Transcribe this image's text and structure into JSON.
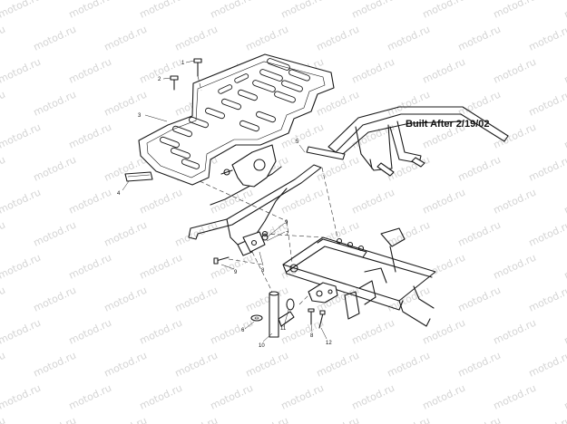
{
  "watermark_text": "motod.ru",
  "note": "Built After 2/19/02",
  "callouts": {
    "c1": "1",
    "c2": "2",
    "c3": "3",
    "c4": "4",
    "c5": "5",
    "c6": "6",
    "c7": "7",
    "c8a": "8",
    "c8b": "8",
    "c9a": "9",
    "c9b": "9",
    "c10": "10",
    "c11": "11",
    "c12": "12"
  }
}
